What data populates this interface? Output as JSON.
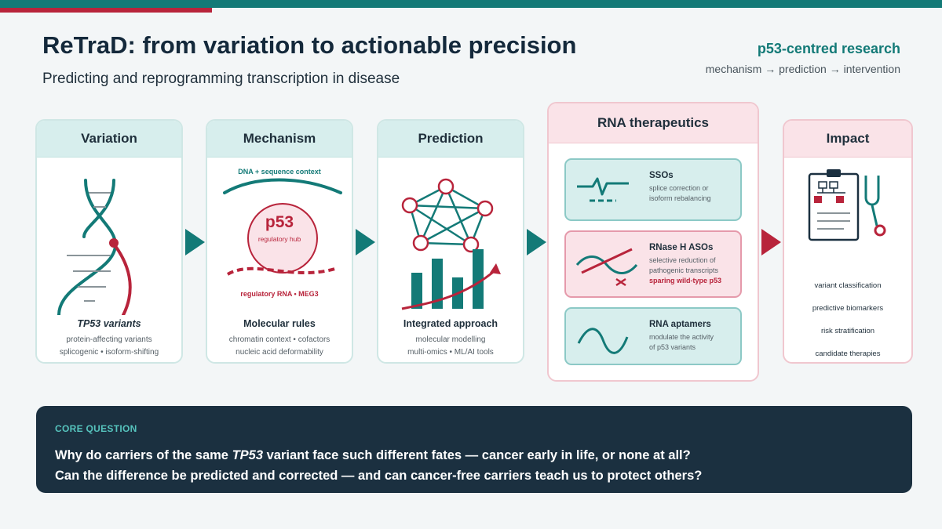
{
  "header": {
    "title": "ReTraD: from variation to actionable precision",
    "subtitle": "Predicting and reprogramming transcription in disease",
    "tag": "p53-centred research",
    "tagline": "mechanism → prediction → intervention"
  },
  "colors": {
    "teal": "#137a77",
    "red": "#b8243b",
    "navy": "#1b3040"
  },
  "cards": {
    "variation": {
      "label": "Variation",
      "title": "TP53 variants",
      "lines": [
        "protein-affecting variants",
        "splicogenic • isoform-shifting"
      ]
    },
    "mechanism": {
      "label": "Mechanism",
      "top_label": "DNA + sequence context",
      "hub_title": "p53",
      "hub_sub": "regulatory hub",
      "bottom_label": "regulatory RNA • MEG3",
      "title": "Molecular rules",
      "lines": [
        "chromatin context • cofactors",
        "nucleic acid deformability"
      ]
    },
    "prediction": {
      "label": "Prediction",
      "title": "Integrated approach",
      "lines": [
        "molecular modelling",
        "multi-omics • ML/AI tools"
      ]
    },
    "rna": {
      "label": "RNA therapeutics",
      "items": [
        {
          "title": "SSOs",
          "lines": [
            "splice correction or",
            "isoform rebalancing"
          ]
        },
        {
          "title": "RNase H ASOs",
          "lines": [
            "selective reduction of",
            "pathogenic transcripts"
          ],
          "highlight": "sparing wild-type p53"
        },
        {
          "title": "RNA aptamers",
          "lines": [
            "modulate the activity",
            "of p53 variants"
          ]
        }
      ]
    },
    "impact": {
      "label": "Impact",
      "items": [
        "variant classification",
        "predictive biomarkers",
        "risk stratification",
        "candidate therapies"
      ]
    }
  },
  "core": {
    "label": "CORE QUESTION",
    "q1_pre": "Why do carriers of the same ",
    "q1_em": "TP53",
    "q1_post": " variant face such different fates — cancer early in life, or none at all?",
    "q2": "Can the difference be predicted and corrected — and can cancer-free carriers teach us to protect others?"
  }
}
